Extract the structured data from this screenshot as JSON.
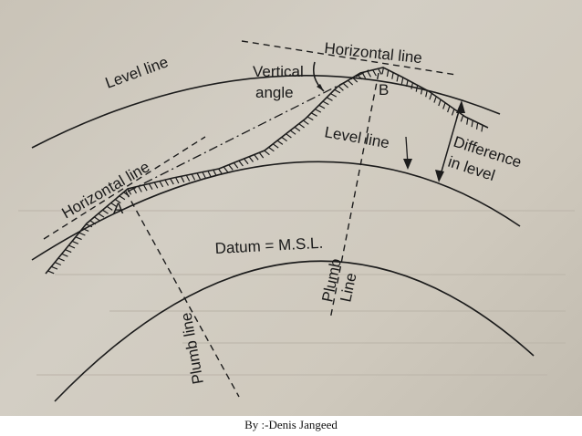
{
  "diagram": {
    "labels": {
      "level_line_top": "Level line",
      "horizontal_line_top": "Horizontal line",
      "vertical_angle_1": "Vertical",
      "vertical_angle_2": "angle",
      "point_b": "B",
      "level_line_mid": "Level line",
      "difference_1": "Difference",
      "difference_2": "in level",
      "horizontal_line_left": "Horizontal line",
      "point_a": "A",
      "datum": "Datum = M.S.L.",
      "plumb_line_left": "Plumb line",
      "plumb_line_right_1": "Plumb",
      "plumb_line_right_2": "Line"
    }
  },
  "caption": "By :-Denis Jangeed"
}
